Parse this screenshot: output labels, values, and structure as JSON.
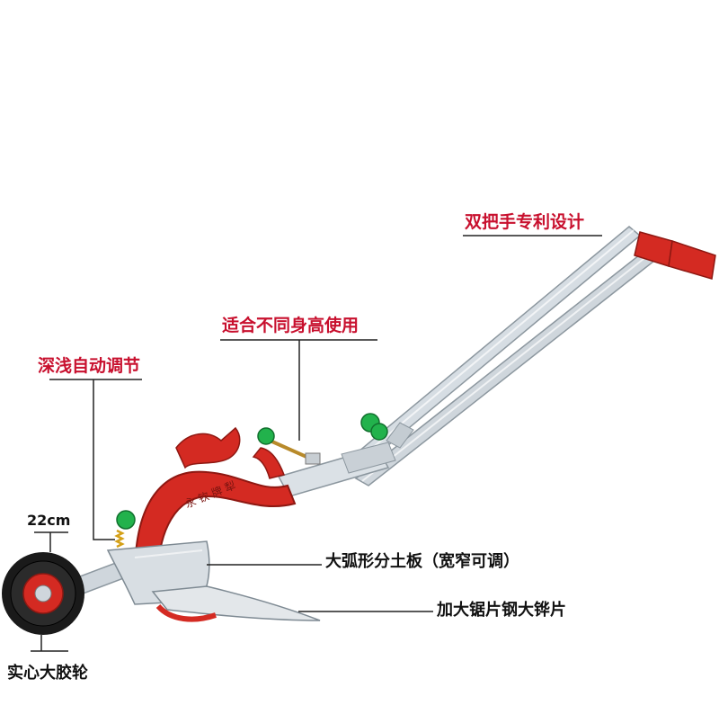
{
  "image": {
    "colors": {
      "frame_red": "#d42a22",
      "label_red": "#c8102e",
      "steel": "#cfd6dc",
      "knob_green": "#22b24c",
      "tire_black": "#1a1a1a"
    },
    "labels": {
      "dual_handle": "双把手专利设计",
      "height_adjust": "适合不同身高使用",
      "depth_adjust": "深浅自动调节",
      "wheel_size": "22cm",
      "moldboard": "大弧形分土板（宽窄可调）",
      "blade": "加大锯片钢大铧片",
      "wheel": "实心大胶轮"
    },
    "frame_text": "永 钦 牌 犁"
  }
}
